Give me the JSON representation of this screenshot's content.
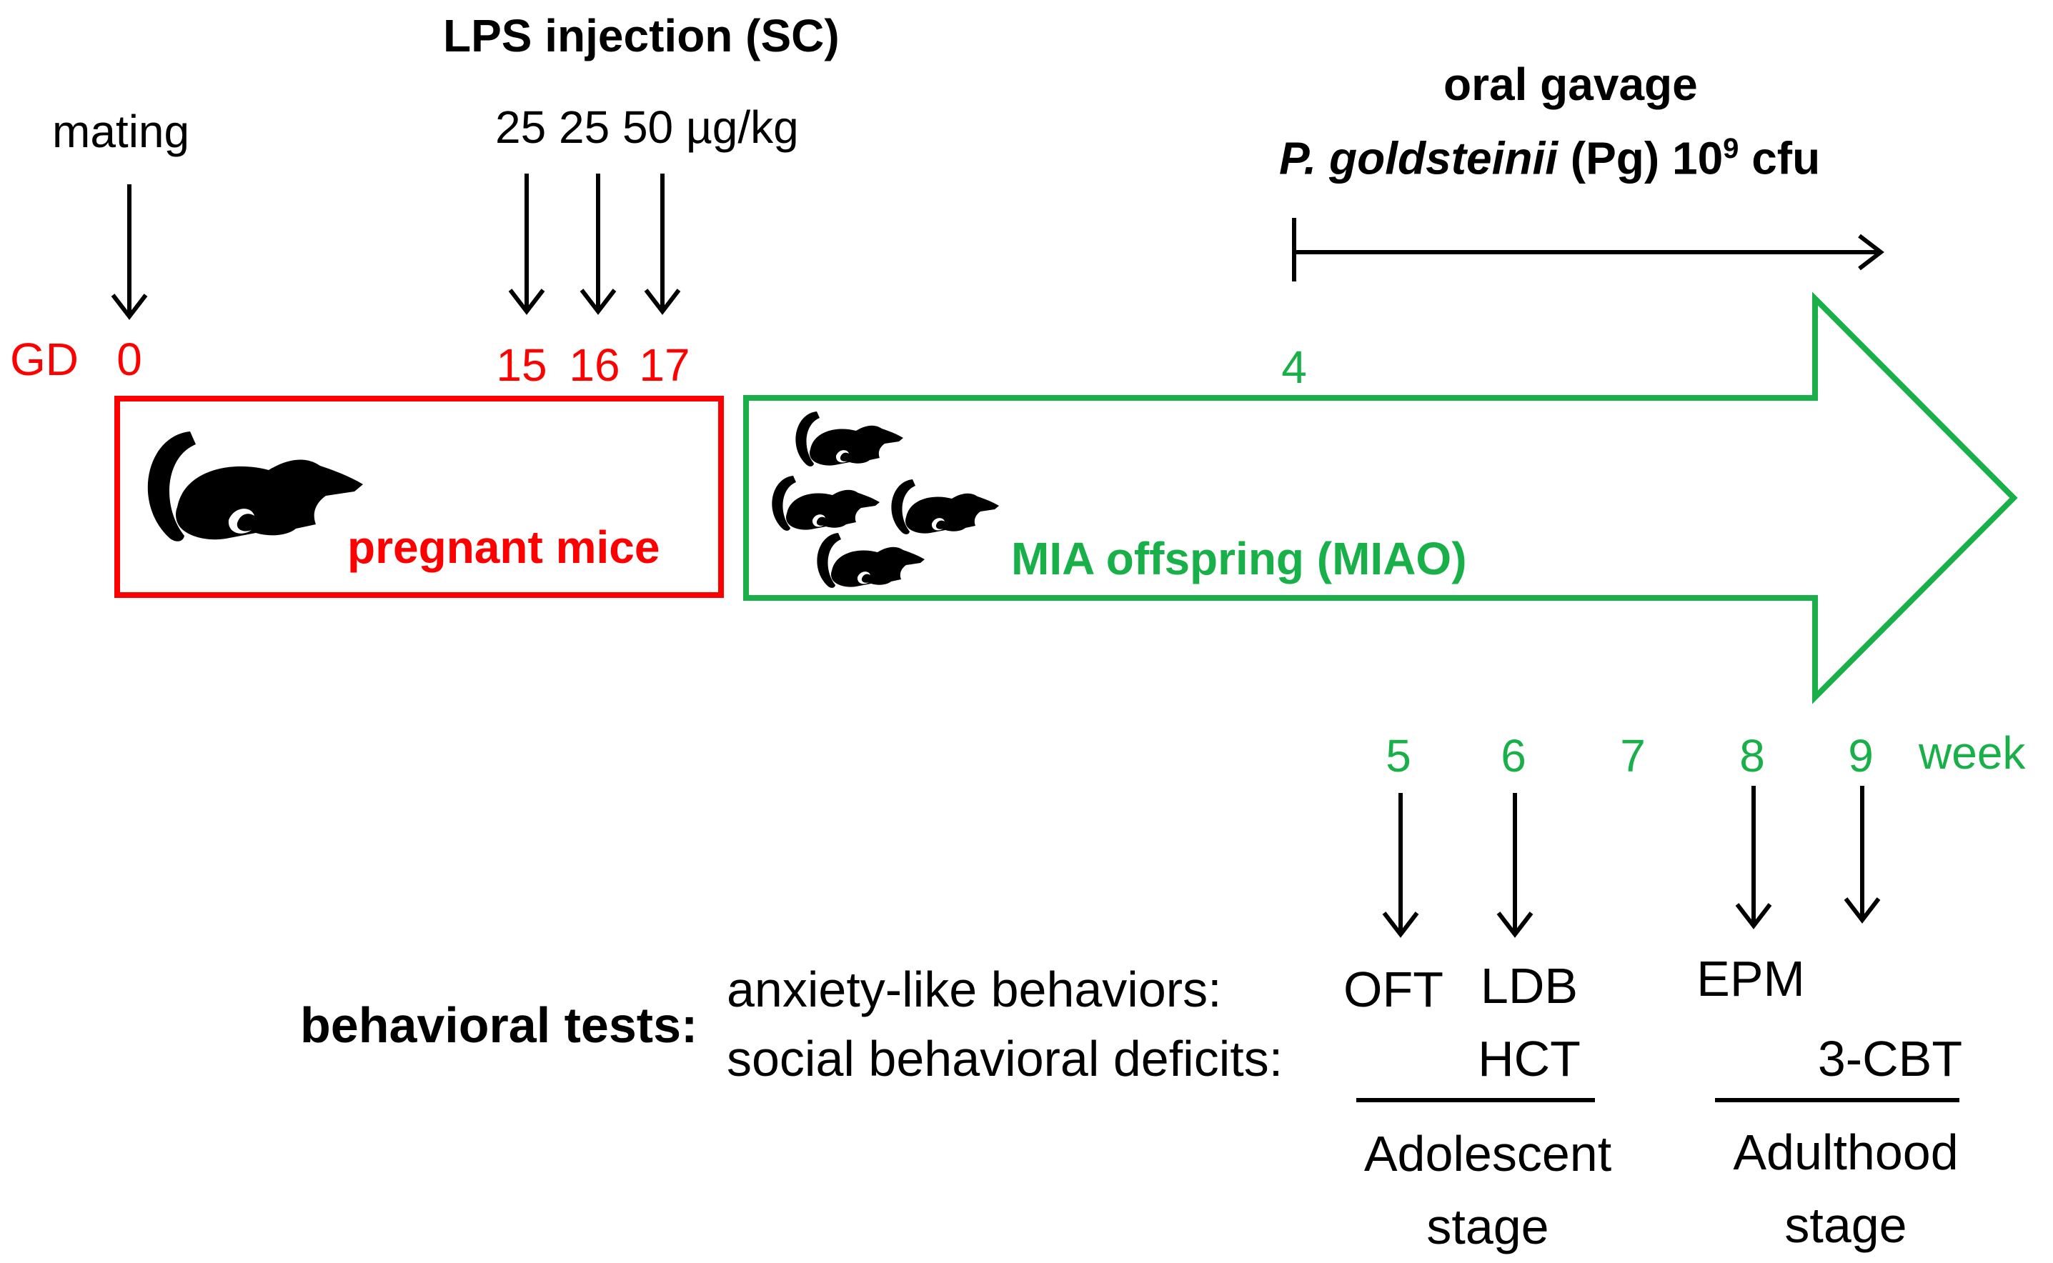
{
  "top": {
    "lps_title": "LPS injection (SC)",
    "lps_doses": "25 25 50 µg/kg",
    "mating": "mating",
    "gavage_title": "oral gavage",
    "gavage_species": "P. goldsteinii",
    "gavage_dose_prefix": " (Pg) 10",
    "gavage_dose_exp": "9",
    "gavage_dose_suffix": " cfu"
  },
  "gestation": {
    "label": "GD",
    "day0": "0",
    "day15": "15",
    "day16": "16",
    "day17": "17"
  },
  "boxes": {
    "pregnant_label": "pregnant mice",
    "offspring_label": "MIA offspring (MIAO)",
    "start_week": "4"
  },
  "weeks": {
    "w5": "5",
    "w6": "6",
    "w7": "7",
    "w8": "8",
    "w9": "9",
    "unit": "week"
  },
  "tests": {
    "heading": "behavioral tests:",
    "anxiety_label": "anxiety-like behaviors:",
    "social_label": "social behavioral deficits:",
    "oft": "OFT",
    "ldb": "LDB",
    "hct": "HCT",
    "epm": "EPM",
    "cbt": "3-CBT"
  },
  "stages": {
    "adolescent_line1": "Adolescent",
    "adolescent_line2": "stage",
    "adult_line1": "Adulthood",
    "adult_line2": "stage"
  },
  "colors": {
    "gestation": "#ff0000",
    "offspring": "#19b04a",
    "arrows": "#000000"
  },
  "icons": [
    "mouse-icon"
  ]
}
